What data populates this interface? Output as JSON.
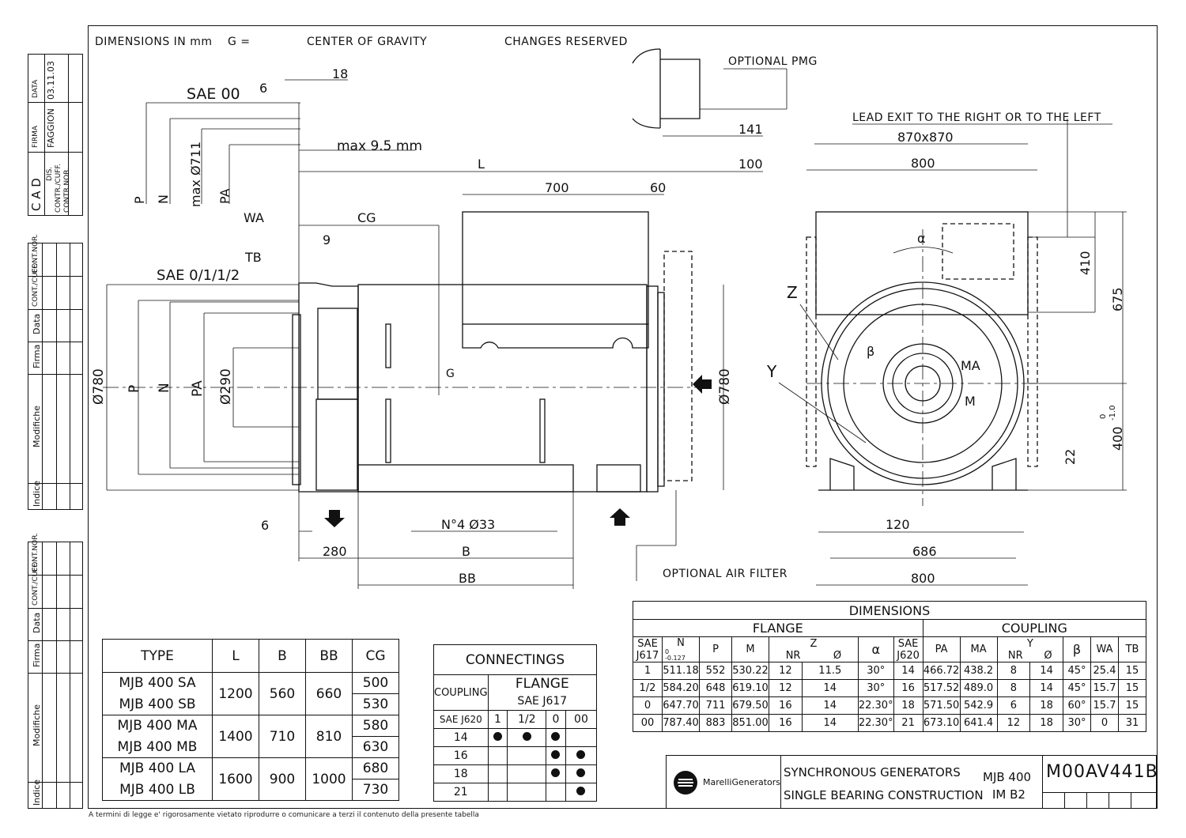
{
  "header": {
    "dims_note": "DIMENSIONS IN mm",
    "g_note": "G =",
    "cog_note": "CENTER OF GRAVITY",
    "changes": "CHANGES RESERVED"
  },
  "side_blocks": {
    "block1": {
      "cad": "C A D",
      "dis": "DIS.",
      "contr": "CONTR./CUFF.",
      "contr2": "CONTR.NOR.",
      "firma": "FIRMA",
      "data": "DATA",
      "name": "FAGGION",
      "date": "03.11.03"
    },
    "block2": {
      "contnor": "CONT.NOR.",
      "contcuff": "CONT./CUFF.",
      "data": "Data",
      "firma": "Firma",
      "modifiche": "Modifiche",
      "indice": "Indice"
    },
    "block3": {
      "contnor": "CONT.NOR.",
      "contcuff": "CONT./CUFF.",
      "data": "Data",
      "firma": "Firma",
      "modifiche": "Modifiche",
      "indice": "Indice"
    }
  },
  "side_view_labels": {
    "sae00": "SAE 00",
    "d6": "6",
    "d18": "18",
    "max95": "max 9.5 mm",
    "P": "P",
    "N": "N",
    "max711": "max Ø711",
    "PA": "PA",
    "L": "L",
    "d700": "700",
    "d60": "60",
    "d100": "100",
    "d141": "141",
    "opt_pmg": "OPTIONAL  PMG",
    "WA": "WA",
    "CG": "CG",
    "d9": "9",
    "TB": "TB",
    "sae01": "SAE 0/1/1/2",
    "d780": "Ø780",
    "P2": "P",
    "N2": "N",
    "PA2": "PA",
    "d290": "Ø290",
    "G": "G",
    "d780r": "Ø780",
    "d6b": "6",
    "holes": "N°4  Ø33",
    "d280": "280",
    "B": "B",
    "BB": "BB",
    "opt_air": "OPTIONAL  AIR  FILTER"
  },
  "front_view_labels": {
    "lead_exit": "LEAD  EXIT  TO  THE  RIGHT  OR  TO  THE  LEFT",
    "d870": "870x870",
    "d800t": "800",
    "alpha": "α",
    "d410": "410",
    "d675": "675",
    "Z": "Z",
    "Y": "Y",
    "beta": "β",
    "MA": "MA",
    "M": "M",
    "d400": "400",
    "tol400_top": "0",
    "tol400_bot": "-1.0",
    "d22": "22",
    "d120": "120",
    "d686": "686",
    "d800b": "800"
  },
  "type_table": {
    "headers": [
      "TYPE",
      "L",
      "B",
      "BB",
      "CG"
    ],
    "groups": [
      {
        "types": [
          "MJB 400 SA",
          "MJB 400 SB"
        ],
        "L": "1200",
        "B": "560",
        "BB": "660",
        "CG": [
          "500",
          "530"
        ]
      },
      {
        "types": [
          "MJB 400 MA",
          "MJB 400 MB"
        ],
        "L": "1400",
        "B": "710",
        "BB": "810",
        "CG": [
          "580",
          "630"
        ]
      },
      {
        "types": [
          "MJB 400 LA",
          "MJB 400 LB"
        ],
        "L": "1600",
        "B": "900",
        "BB": "1000",
        "CG": [
          "680",
          "730"
        ]
      }
    ]
  },
  "connecting_table": {
    "title": "CONNECTINGS",
    "coupling": "COUPLING",
    "flange": "FLANGE",
    "sae_j617": "SAE  J617",
    "sae_j620": "SAE  J620",
    "flange_cols": [
      "1",
      "1/2",
      "0",
      "00"
    ],
    "rows": [
      {
        "coupling": "14",
        "marks": [
          true,
          true,
          true,
          false
        ]
      },
      {
        "coupling": "16",
        "marks": [
          false,
          false,
          true,
          true
        ]
      },
      {
        "coupling": "18",
        "marks": [
          false,
          false,
          true,
          true
        ]
      },
      {
        "coupling": "21",
        "marks": [
          false,
          false,
          false,
          true
        ]
      }
    ]
  },
  "dimensions_table": {
    "title": "DIMENSIONS",
    "flange": "FLANGE",
    "coupling": "COUPLING",
    "h_sae": "SAE",
    "h_j617": "J617",
    "h_N": "N",
    "h_N_tol_top": "0",
    "h_N_tol_bot": "-0.127",
    "h_P": "P",
    "h_M": "M",
    "h_Z": "Z",
    "h_NR": "NR",
    "h_phi": "Ø",
    "h_alpha": "α",
    "h_sae2": "SAE",
    "h_j620": "J620",
    "h_PA": "PA",
    "h_MA": "MA",
    "h_Y": "Y",
    "h_NR2": "NR",
    "h_phi2": "Ø",
    "h_beta": "β",
    "h_WA": "WA",
    "h_TB": "TB",
    "rows": [
      [
        "1",
        "511.18",
        "552",
        "530.22",
        "12",
        "11.5",
        "30°",
        "14",
        "466.72",
        "438.2",
        "8",
        "14",
        "45°",
        "25.4",
        "15"
      ],
      [
        "1/2",
        "584.20",
        "648",
        "619.10",
        "12",
        "14",
        "30°",
        "16",
        "517.52",
        "489.0",
        "8",
        "14",
        "45°",
        "15.7",
        "15"
      ],
      [
        "0",
        "647.70",
        "711",
        "679.50",
        "16",
        "14",
        "22.30°",
        "18",
        "571.50",
        "542.9",
        "6",
        "18",
        "60°",
        "15.7",
        "15"
      ],
      [
        "00",
        "787.40",
        "883",
        "851.00",
        "16",
        "14",
        "22.30°",
        "21",
        "673.10",
        "641.4",
        "12",
        "18",
        "30°",
        "0",
        "31"
      ]
    ]
  },
  "title_block": {
    "brand": "MarelliGenerators",
    "line1": "SYNCHRONOUS GENERATORS",
    "line2": "SINGLE BEARING CONSTRUCTION",
    "model": "MJB 400",
    "mount": "IM B2",
    "drawing_no": "M00AV441B"
  },
  "footer_note": "A termini di legge e' rigorosamente vietato riprodurre o comunicare a terzi il contenuto della presente tabella"
}
